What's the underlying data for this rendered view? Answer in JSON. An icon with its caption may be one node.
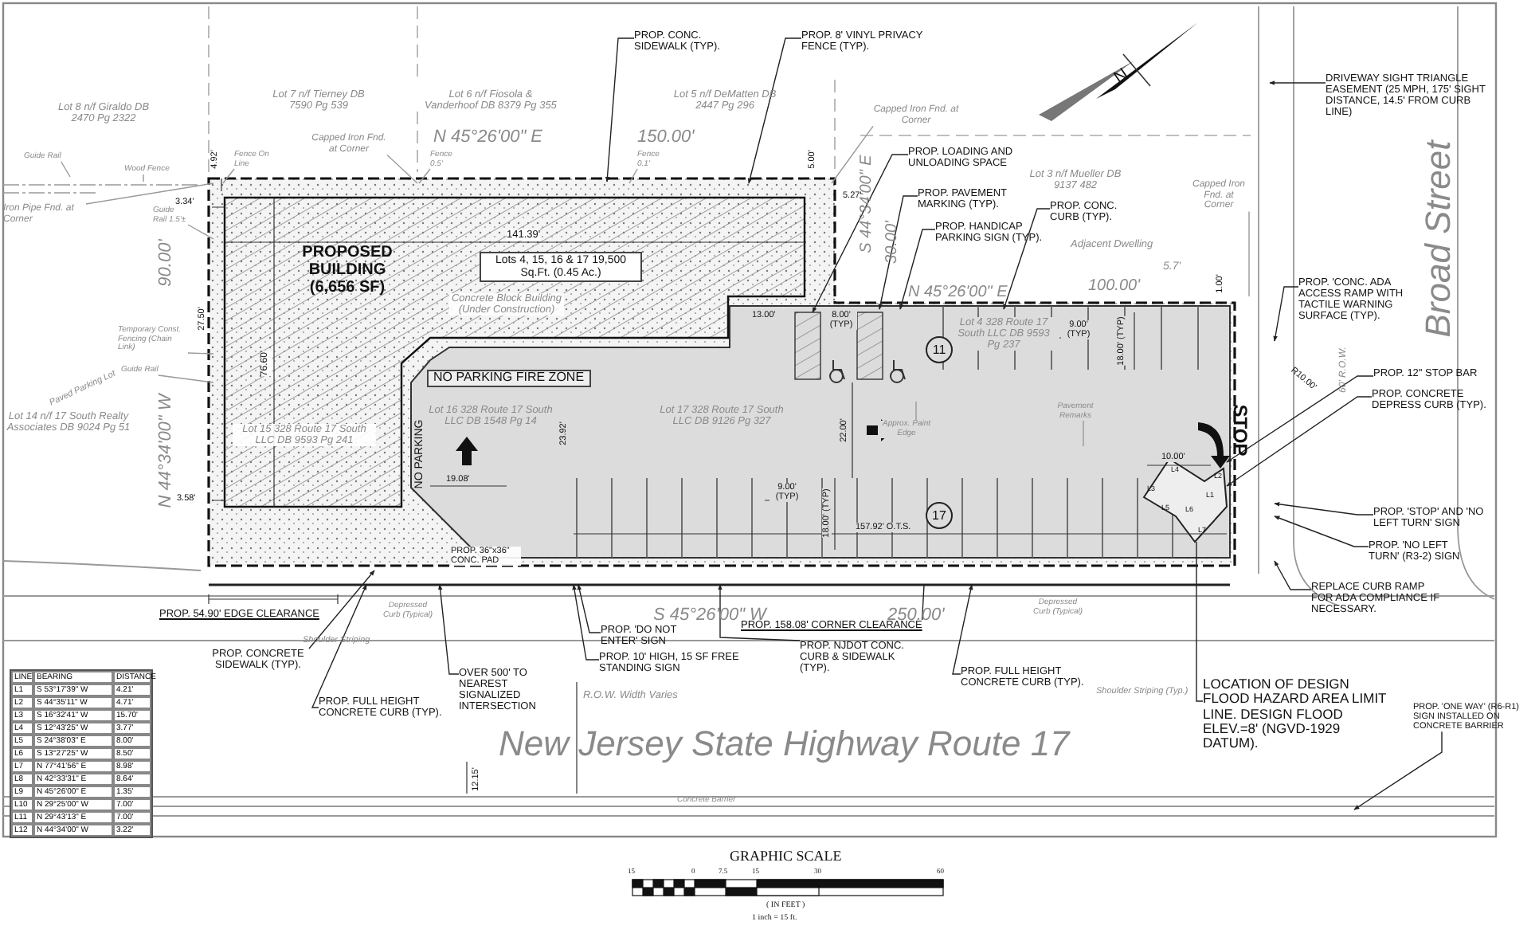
{
  "diagram": {
    "nodes": [
      {
        "text": [],
        "shape": "picture"
      },
      {
        "text": [
          "PROPOSED BUILDING (6,656 SF)"
        ],
        "in": 0
      },
      {
        "text": [
          "Lots 4, 15, 16 & 17 19,500 Sq.Ft. (0.45 Ac.)"
        ],
        "in": 0
      },
      {
        "text": [
          "NO PARKING FIRE ZONE"
        ],
        "in": 0
      },
      {
        "text": [
          "11"
        ],
        "in": 0
      },
      {
        "text": [
          "17"
        ],
        "in": 0
      },
      {
        "text": [
          "PROP. CONC. SIDEWALK (TYP)."
        ]
      },
      {
        "text": [
          "PROP. 8' VINYL PRIVACY FENCE (TYP)."
        ]
      },
      {
        "text": [
          "PROP. LOADING AND UNLOADING SPACE"
        ]
      },
      {
        "text": [
          "PROP. PAVEMENT MARKING (TYP)."
        ]
      },
      {
        "text": [
          "PROP. HANDICAP PARKING SIGN (TYP)."
        ]
      },
      {
        "text": [
          "PROP. CONC. CURB (TYP)."
        ]
      },
      {
        "text": [
          "DRIVEWAY SIGHT TRIANGLE EASEMENT (25 MPH, 175' SIGHT DISTANCE, 14.5' FROM CURB LINE)"
        ]
      },
      {
        "text": [
          "PROP. 'CONC. ADA ACCESS RAMP WITH TACTILE WARNING SURFACE (TYP)."
        ]
      },
      {
        "text": [
          "PROP. 12\" STOP BAR"
        ]
      },
      {
        "text": [
          "PROP. CONCRETE DEPRESS CURB (TYP)."
        ]
      },
      {
        "text": [
          "PROP. 'STOP' AND 'NO LEFT TURN' SIGN"
        ]
      },
      {
        "text": [
          "PROP. 'NO LEFT TURN' (R3-2) SIGN"
        ]
      },
      {
        "text": [
          "REPLACE CURB RAMP FOR ADA COMPLIANCE IF NECESSARY."
        ]
      },
      {
        "text": [
          "PROP. 'ONE WAY' (R6-R1) SIGN INSTALLED ON CONCRETE BARRIER"
        ]
      },
      {
        "text": [
          "LOCATION OF DESIGN FLOOD HAZARD AREA LIMIT LINE. DESIGN FLOOD ELEV.=8' (NGVD-1929 DATUM)."
        ]
      },
      {
        "text": [
          "PROP. FULL HEIGHT CONCRETE CURB (TYP)."
        ]
      },
      {
        "text": [
          "PROP. NJDOT CONC. CURB & SIDEWALK (TYP)."
        ]
      },
      {
        "text": [
          "PROP. 158.08' CORNER CLEARANCE"
        ]
      },
      {
        "text": [
          "PROP. 'DO NOT ENTER' SIGN"
        ]
      },
      {
        "text": [
          "PROP. 10' HIGH, 15 SF FREE STANDING SIGN"
        ]
      },
      {
        "text": [
          "OVER 500' TO NEAREST SIGNALIZED INTERSECTION"
        ]
      },
      {
        "text": [
          "PROP. FULL HEIGHT CONCRETE CURB (TYP)."
        ]
      },
      {
        "text": [
          "PROP. CONCRETE SIDEWALK (TYP)."
        ]
      },
      {
        "text": [
          "PROP. 54.90' EDGE CLEARANCE"
        ]
      },
      {
        "text": [
          "PROP. 36\"x36\" CONC. PAD"
        ],
        "in": 0
      },
      {
        "text": [
          "Capped Iron Fnd. at Corner"
        ]
      },
      {
        "text": [
          "Capped Iron Fnd. at Corner"
        ]
      },
      {
        "text": [
          "Capped Iron Fnd. at Corner"
        ]
      },
      {
        "text": [
          "Iron Pipe Fnd. at Corner"
        ]
      },
      {
        "text": [
          "Guide Rail"
        ]
      },
      {
        "text": [
          "Wood Fence"
        ]
      },
      {
        "text": [
          "Fence On Line"
        ]
      },
      {
        "text": [
          "Fence 0.5'"
        ]
      },
      {
        "text": [
          "Fence 0.1'"
        ]
      },
      {
        "text": [
          "Guide Rail 1.5'±"
        ]
      },
      {
        "text": [
          "Temporary Const. Fencing (Chain Link)"
        ]
      },
      {
        "text": [
          "Guide Rail"
        ]
      },
      {
        "text": [
          "Approx. Paint Edge"
        ],
        "in": 0
      },
      {
        "text": [
          "Pavement Remarks"
        ],
        "in": 0
      }
    ],
    "edges": [
      {
        "from": 6,
        "to": 0,
        "arrow": "to"
      },
      {
        "from": 7,
        "to": 0,
        "arrow": "to"
      },
      {
        "from": 8,
        "to": 0,
        "arrow": "to"
      },
      {
        "from": 9,
        "to": 0,
        "arrow": "to"
      },
      {
        "from": 10,
        "to": 0,
        "arrow": "to"
      },
      {
        "from": 11,
        "to": 0,
        "arrow": "to"
      },
      {
        "from": 12,
        "to": null,
        "arrow": "to"
      },
      {
        "from": 13,
        "to": null,
        "arrow": "to"
      },
      {
        "from": 14,
        "to": 0,
        "arrow": "to"
      },
      {
        "from": 15,
        "to": 0,
        "arrow": "to"
      },
      {
        "from": 16,
        "to": null,
        "arrow": "to"
      },
      {
        "from": 17,
        "to": null,
        "arrow": "to"
      },
      {
        "from": 18,
        "to": null,
        "arrow": "to"
      },
      {
        "from": 19,
        "to": null,
        "arrow": "to"
      },
      {
        "from": 20,
        "to": 0,
        "arrow": "none"
      },
      {
        "from": 21,
        "to": 0,
        "arrow": "to"
      },
      {
        "from": 22,
        "to": 0,
        "arrow": "to"
      },
      {
        "from": 23,
        "to": 0,
        "arrow": "none"
      },
      {
        "from": 24,
        "to": 0,
        "arrow": "to"
      },
      {
        "from": 25,
        "to": 0,
        "arrow": "to"
      },
      {
        "from": 26,
        "to": 0,
        "arrow": "to"
      },
      {
        "from": 27,
        "to": 0,
        "arrow": "to"
      },
      {
        "from": 28,
        "to": 0,
        "arrow": "to"
      },
      {
        "from": 31,
        "to": 0,
        "arrow": "none",
        "color": "#999999"
      },
      {
        "from": 32,
        "to": 0,
        "arrow": "none",
        "color": "#999999"
      },
      {
        "from": 33,
        "to": null,
        "arrow": "none",
        "color": "#999999"
      },
      {
        "from": 34,
        "to": 0,
        "arrow": "none",
        "color": "#999999"
      },
      {
        "from": 35,
        "to": null,
        "arrow": "none",
        "color": "#999999"
      },
      {
        "from": 36,
        "to": null,
        "arrow": "none",
        "color": "#999999"
      },
      {
        "from": 37,
        "to": 0,
        "arrow": "none",
        "color": "#999999"
      },
      {
        "from": 38,
        "to": 0,
        "arrow": "none",
        "color": "#999999"
      },
      {
        "from": 39,
        "to": 0,
        "arrow": "none",
        "color": "#999999"
      },
      {
        "from": 40,
        "to": 0,
        "arrow": "none",
        "color": "#999999"
      },
      {
        "from": 41,
        "to": 0,
        "arrow": "none",
        "color": "#999999"
      },
      {
        "from": 42,
        "to": 0,
        "arrow": "none",
        "color": "#999999"
      },
      {
        "from": 43,
        "to": 0,
        "arrow": "none",
        "color": "#999999"
      },
      {
        "from": 44,
        "to": 0,
        "arrow": "none",
        "color": "#999999"
      }
    ],
    "labels": [
      "Lot 8 n/f Giraldo DB 2470 Pg 2322",
      "Lot 7 n/f Tierney DB 7590 Pg 539",
      "Lot 6 n/f Fiosola & Vanderhoof DB 8379 Pg 355",
      "Lot 5 n/f DeMatten DB 2447 Pg 296",
      "N 45°26'00\" E",
      "150.00'",
      "Lot 3 n/f Mueller DB 9137 482",
      "Adjacent Dwelling",
      "90.00'",
      "N 44°34'00\" W",
      "Lot 14 n/f 17 South Realty Associates DB 9024 Pg 51",
      "4.92'",
      "3.34'",
      "141.39'",
      "27.50'",
      "76.60'",
      "3.58'",
      "Concrete Block Building (Under Construction)",
      "Lot 15 328 Route 17 South LLC DB 9593 Pg 241",
      "NO PARKING",
      "Lot 16 328 Route 17 South LLC DB 1548 Pg 14",
      "Lot 17 328 Route 17 South LLC DB 9126 Pg 327",
      "Lot 4 328 Route 17 South LLC DB 9593 Pg 237",
      "S 44°34'00\" E",
      "30.00'",
      "5.00'",
      "5.27'",
      "13.00'",
      "8.00' (TYP)",
      "N 45°26'00\" E",
      "100.00'",
      "5.7'",
      "1.00'",
      "9.00' (TYP)",
      "18.00' (TYP)",
      "23.92'",
      "22.00'",
      "19.08'",
      "9.00' (TYP)",
      "18.00' (TYP)",
      "157.92' O.T.S.",
      "10.00'",
      "R10.00'",
      "STOP",
      "Broad Street",
      "60' R.O.W.",
      "Depressed Curb (Typical)",
      "S 45°26'00\" W",
      "250.00'",
      "Depressed Curb (Typical)",
      "Shoulder Striping",
      "R.O.W. Width Varies",
      "New Jersey State Highway Route 17",
      "Shoulder Striping (Typ.)",
      "12.15'",
      "Concrete Barrier",
      "N",
      "Paved Parking Lot",
      "L1",
      "L2",
      "L3",
      "L4",
      "L5",
      "L6",
      "L7",
      "GRAPHIC SCALE",
      "15",
      "0",
      "7.5",
      "15",
      "30",
      "60",
      "( IN FEET )",
      "1 inch = 15 ft.",
      "LINE",
      "BEARING",
      "DISTANCE",
      "L1",
      "S 53°17'39\" W",
      "4.21'",
      "L2",
      "S 44°35'11\" W",
      "4.71'",
      "L3",
      "S 16°32'41\" W",
      "15.70'",
      "L4",
      "S 12°43'25\" W",
      "3.77'",
      "L5",
      "S 24°38'03\" E",
      "8.00'",
      "L6",
      "S 13°27'25\" W",
      "8.50'",
      "L7",
      "N 77°41'56\" E",
      "8.98'",
      "L8",
      "N 42°33'31\" E",
      "8.64'",
      "L9",
      "N 45°26'00\" E",
      "1.35'",
      "L10",
      "N 29°25'00\" W",
      "7.00'",
      "L11",
      "N 29°43'13\" E",
      "7.00'",
      "L12",
      "N 44°34'00\" W",
      "3.22'"
    ]
  }
}
